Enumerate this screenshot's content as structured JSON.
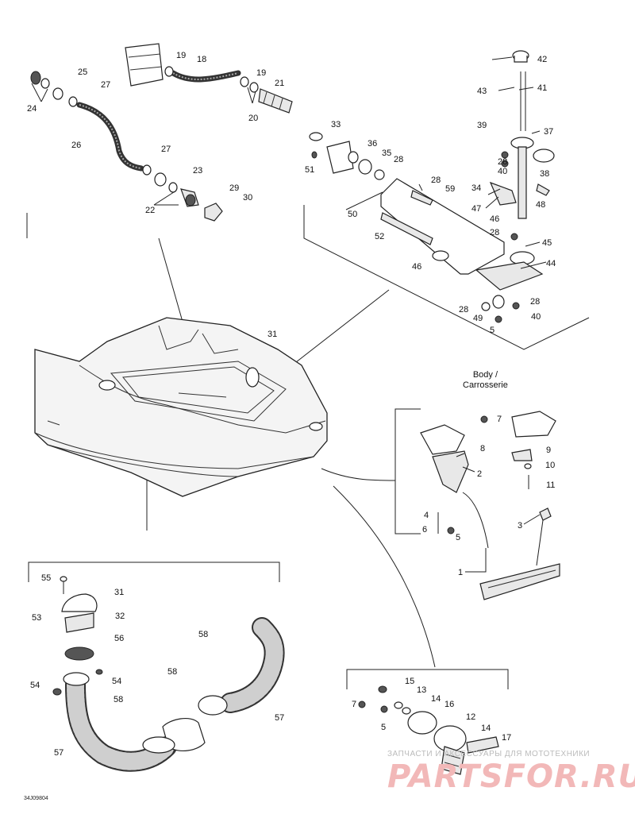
{
  "section_label": {
    "line1": "Body /",
    "line2": "Carrosserie"
  },
  "drawing_code": "34J09804",
  "watermark": {
    "top": "ЗАПЧАСТИ И АКСЕССУАРЫ ДЛЯ МОТОТЕХНИКИ",
    "logo": "PARTSFOR.RU"
  },
  "callouts": {
    "c1": "1",
    "c2": "2",
    "c3": "3",
    "c4": "4",
    "c5a": "5",
    "c5b": "5",
    "c5c": "5",
    "c6": "6",
    "c7a": "7",
    "c7b": "7",
    "c8": "8",
    "c9": "9",
    "c10": "10",
    "c11": "11",
    "c12": "12",
    "c13": "13",
    "c14a": "14",
    "c14b": "14",
    "c15": "15",
    "c16": "16",
    "c17": "17",
    "c18": "18",
    "c19a": "19",
    "c19b": "19",
    "c20": "20",
    "c21": "21",
    "c22": "22",
    "c23": "23",
    "c24": "24",
    "c25": "25",
    "c26": "26",
    "c27a": "27",
    "c27b": "27",
    "c28a": "28",
    "c28b": "28",
    "c28c": "28",
    "c28d": "28",
    "c28e": "28",
    "c29": "29",
    "c30": "30",
    "c31a": "31",
    "c31b": "31",
    "c32": "32",
    "c33": "33",
    "c34": "34",
    "c35": "35",
    "c36": "36",
    "c37": "37",
    "c38": "38",
    "c39": "39",
    "c40a": "40",
    "c40b": "40",
    "c41": "41",
    "c42": "42",
    "c43": "43",
    "c44": "44",
    "c45": "45",
    "c46a": "46",
    "c46b": "46",
    "c47": "47",
    "c48": "48",
    "c49": "49",
    "c50": "50",
    "c51": "51",
    "c52": "52",
    "c53": "53",
    "c54a": "54",
    "c54b": "54",
    "c55": "55",
    "c56": "56",
    "c57a": "57",
    "c57b": "57",
    "c58a": "58",
    "c58b": "58",
    "c58c": "58",
    "c59": "59"
  }
}
